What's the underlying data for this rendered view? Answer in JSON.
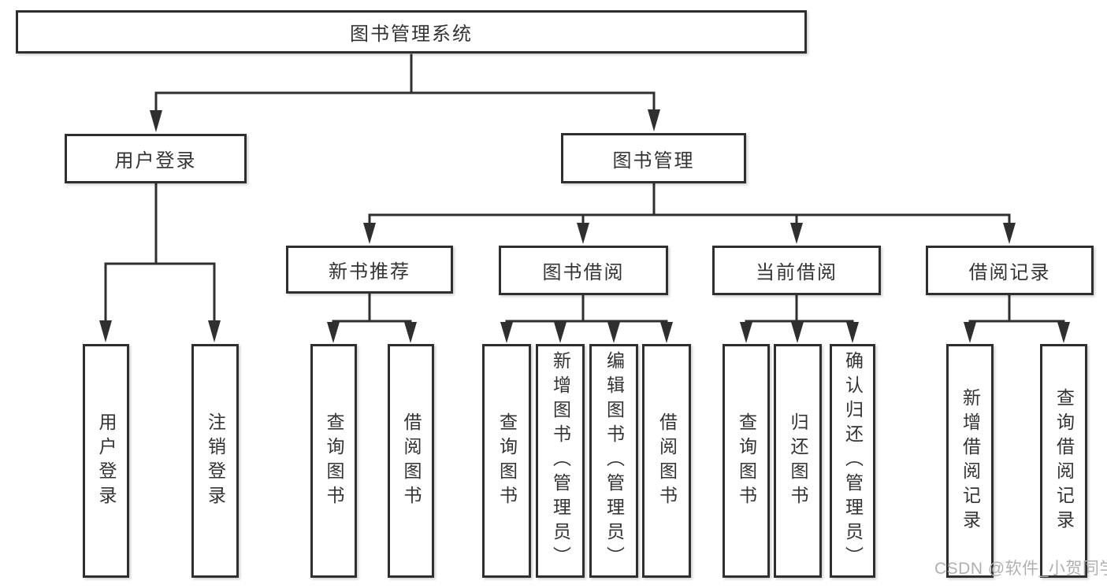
{
  "tree": {
    "label": "图书管理系统",
    "children": [
      {
        "label": "用户登录",
        "children": [
          {
            "label": "用户登录"
          },
          {
            "label": "注销登录"
          }
        ]
      },
      {
        "label": "图书管理",
        "children": [
          {
            "label": "新书推荐",
            "children": [
              {
                "label": "查询图书"
              },
              {
                "label": "借阅图书"
              }
            ]
          },
          {
            "label": "图书借阅",
            "children": [
              {
                "label": "查询图书"
              },
              {
                "label": "新增图书（管理员）"
              },
              {
                "label": "编辑图书（管理员）"
              },
              {
                "label": "借阅图书"
              }
            ]
          },
          {
            "label": "当前借阅",
            "children": [
              {
                "label": "查询图书"
              },
              {
                "label": "归还图书"
              },
              {
                "label": "确认归还（管理员）"
              }
            ]
          },
          {
            "label": "借阅记录",
            "children": [
              {
                "label": "新增借阅记录"
              },
              {
                "label": "查询借阅记录"
              }
            ]
          }
        ]
      }
    ]
  },
  "watermark": "CSDN @软件_小贺同学",
  "colors": {
    "line": "#2f2f2f",
    "text": "#333333",
    "watermark": "#b0b0b0",
    "bg": "#ffffff"
  }
}
